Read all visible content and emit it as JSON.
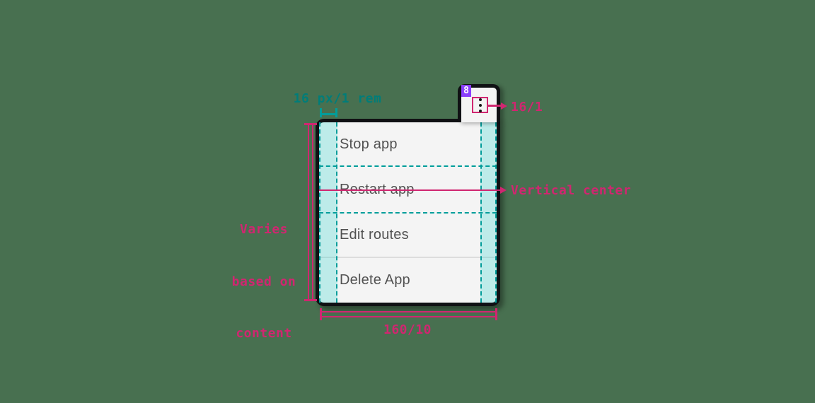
{
  "colors": {
    "background": "#487050",
    "annotation_pink": "#d02670",
    "annotation_teal_text": "#007d79",
    "guide_teal": "#009d9a",
    "guide_fill": "rgba(64,216,210,0.30)",
    "menu_background": "#f4f4f4",
    "menu_outline": "#101114",
    "item_text": "#525252",
    "badge_background": "#8a3ffc",
    "badge_text": "#ffffff",
    "divider": "#dcdcdc"
  },
  "spec_badge": {
    "label": "8"
  },
  "menu": {
    "items": [
      {
        "label": "Stop app"
      },
      {
        "label": "Restart app"
      },
      {
        "label": "Edit routes"
      },
      {
        "label": "Delete App"
      }
    ]
  },
  "annotations": {
    "padding_label": "16 px/1 rem",
    "button_size_label": "16/1",
    "vertical_center_label": "Vertical center",
    "width_label": "160/10",
    "height_label_lines": {
      "l1": "Varies",
      "l2": "based on",
      "l3": "content"
    }
  }
}
